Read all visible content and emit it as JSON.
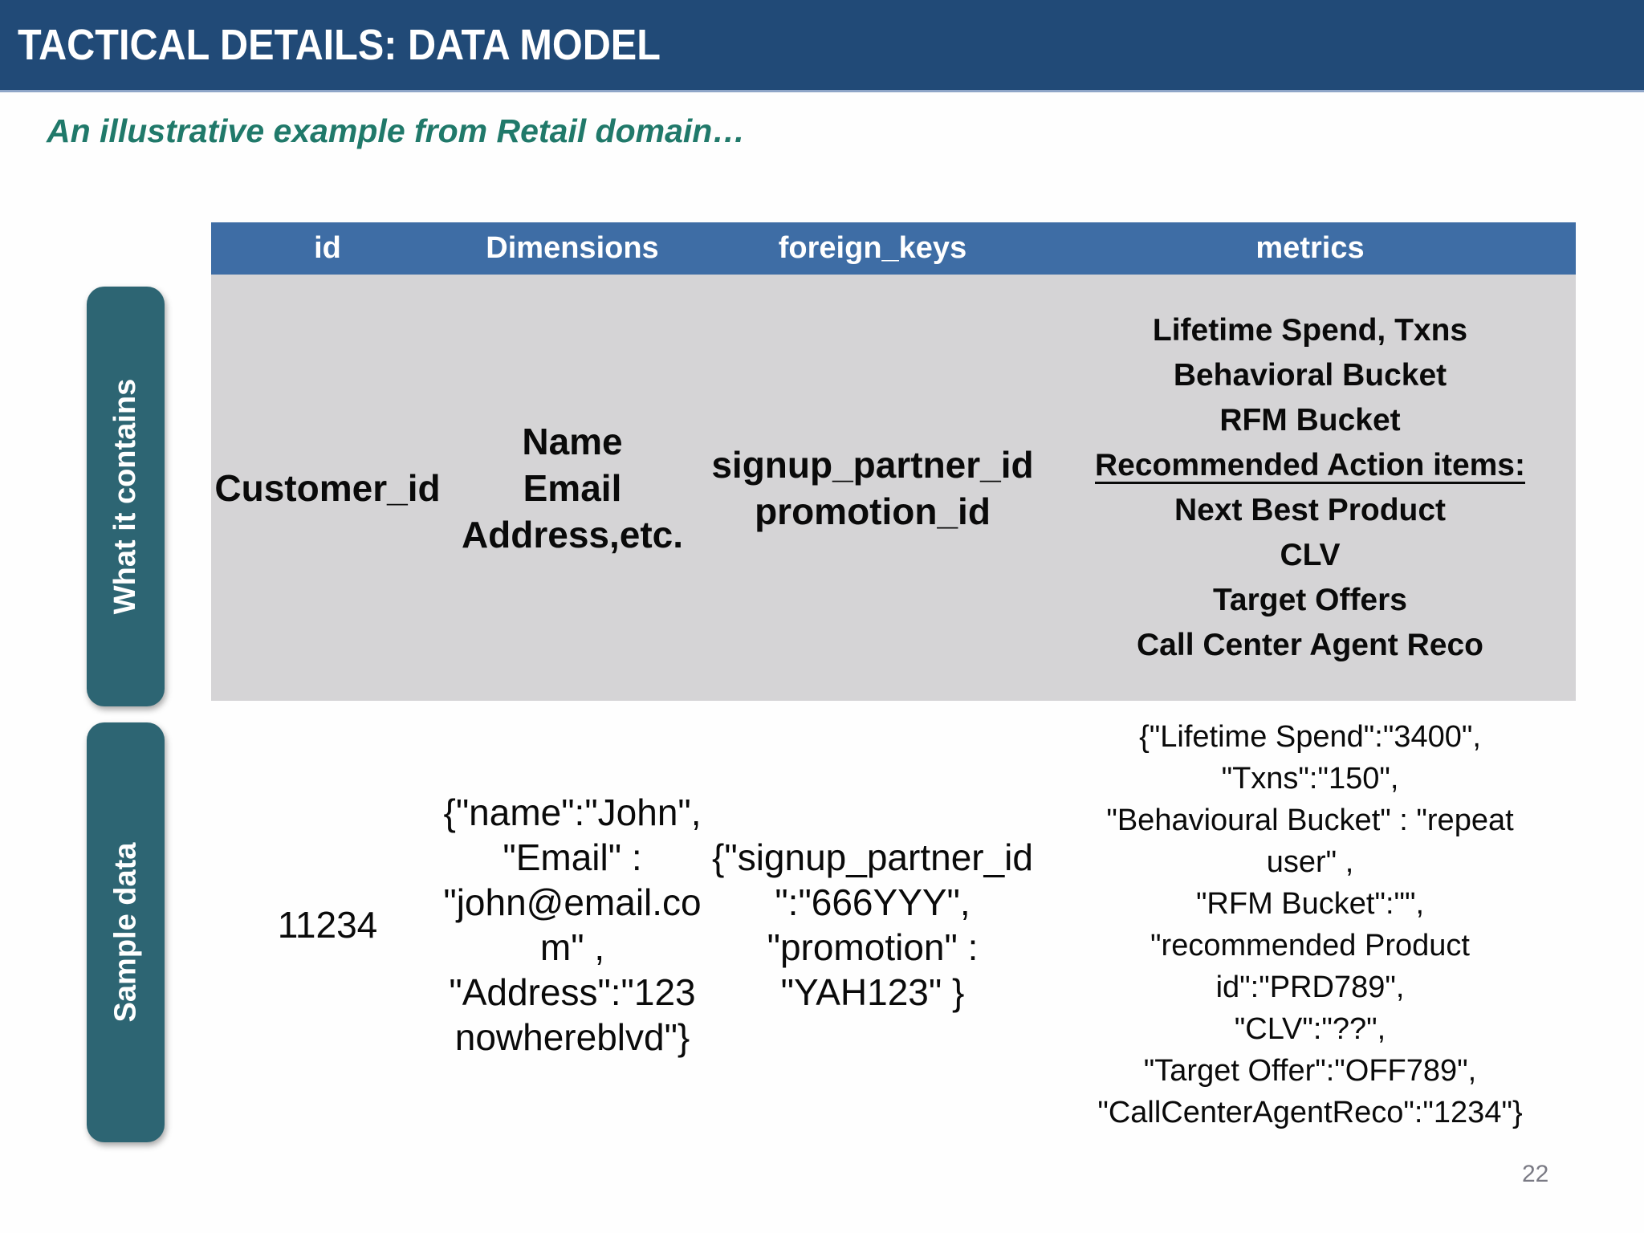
{
  "slide": {
    "title": "TACTICAL DETAILS: DATA MODEL",
    "subtitle": "An illustrative example from Retail domain…",
    "page_number": "22"
  },
  "colors": {
    "title_bar_navy": "#214a77",
    "table_header_blue": "#3e6da5",
    "contains_row_gray": "#d5d4d6",
    "sidebar_teal": "#2d6573",
    "subtitle_teal_green": "#20796a",
    "page_number_gray": "#7a7a84"
  },
  "sidebar": {
    "labels": [
      "What it contains",
      "Sample data"
    ]
  },
  "table": {
    "headers": [
      "id",
      "Dimensions",
      "foreign_keys",
      "metrics"
    ],
    "row_contains": {
      "id": "Customer_id",
      "dimensions": "Name\nEmail\nAddress,etc.",
      "foreign_keys": "signup_partner_id\npromotion_id",
      "metrics_top": "Lifetime Spend, Txns\nBehavioral Bucket\nRFM Bucket",
      "metrics_underlined": "Recommended Action items:",
      "metrics_bottom": "Next Best Product\nCLV\nTarget Offers\nCall Center Agent Reco"
    },
    "row_sample": {
      "id": "11234",
      "dimensions": "{\"name\":\"John\",\n\"Email\" :\n\"john@email.co\nm\" ,\n\"Address\":\"123\nnowhereblvd\"}",
      "foreign_keys": "{\"signup_partner_id\n\":\"666YYY\",\n\"promotion\" :\n\"YAH123\" }",
      "metrics": "{\"Lifetime Spend\":\"3400\",\n\"Txns\":\"150\",\n\"Behavioural Bucket\" : \"repeat\nuser\" ,\n\"RFM Bucket\":\"\",\n\"recommended Product\nid\":\"PRD789\",\n\"CLV\":\"??\",\n\"Target Offer\":\"OFF789\",\n\"CallCenterAgentReco\":\"1234\"}"
    }
  }
}
